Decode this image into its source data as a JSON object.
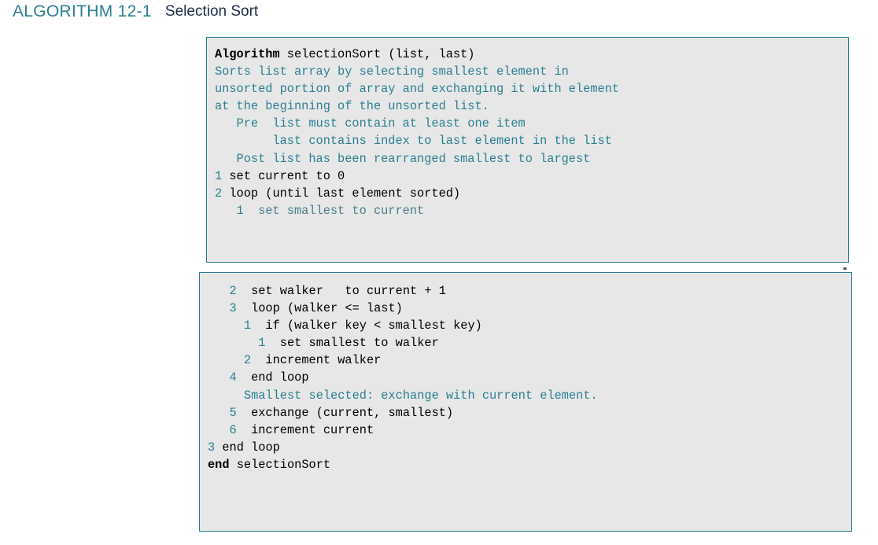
{
  "header": {
    "algorithm_label": "ALGORITHM 12-1",
    "title": "Selection Sort"
  },
  "colors": {
    "accent_teal": "#2a7f92",
    "code_background": "#e7e7e7",
    "code_text": "#000000",
    "title_text": "#1c2c4c",
    "page_background": "#ffffff"
  },
  "blocks": [
    {
      "id": "block-1",
      "lines": [
        {
          "num": "",
          "text": "Algorithm selectionSort (list, last)",
          "style": "code-bold-head"
        },
        {
          "num": "",
          "text": "Sorts list array by selecting smallest element in",
          "style": "comment"
        },
        {
          "num": "",
          "text": "unsorted portion of array and exchanging it with element",
          "style": "comment"
        },
        {
          "num": "",
          "text": "at the beginning of the unsorted list.",
          "style": "comment"
        },
        {
          "num": "",
          "text": "   Pre  list must contain at least one item",
          "style": "comment"
        },
        {
          "num": "",
          "text": "        last contains index to last element in the list",
          "style": "comment"
        },
        {
          "num": "",
          "text": "   Post list has been rearranged smallest to largest",
          "style": "comment"
        },
        {
          "num": "1",
          "text": " set current to 0",
          "style": "code"
        },
        {
          "num": "2",
          "text": " loop (until last element sorted)",
          "style": "code"
        },
        {
          "num": "   1",
          "text": "  set smallest to current",
          "style": "code-dim"
        }
      ]
    },
    {
      "id": "block-2",
      "lines": [
        {
          "num": "   2",
          "text": "  set walker   to current + 1",
          "style": "code"
        },
        {
          "num": "   3",
          "text": "  loop (walker <= last)",
          "style": "code"
        },
        {
          "num": "     1",
          "text": "  if (walker key < smallest key)",
          "style": "code"
        },
        {
          "num": "       1",
          "text": "  set smallest to walker",
          "style": "code"
        },
        {
          "num": "     2",
          "text": "  increment walker",
          "style": "code"
        },
        {
          "num": "   4",
          "text": "  end loop",
          "style": "code"
        },
        {
          "num": "",
          "text": "     Smallest selected: exchange with current element.",
          "style": "comment"
        },
        {
          "num": "   5",
          "text": "  exchange (current, smallest)",
          "style": "code"
        },
        {
          "num": "   6",
          "text": "  increment current",
          "style": "code"
        },
        {
          "num": "3",
          "text": " end loop",
          "style": "code"
        },
        {
          "num": "",
          "text": "end selectionSort",
          "style": "code-bold-tail"
        }
      ]
    }
  ]
}
